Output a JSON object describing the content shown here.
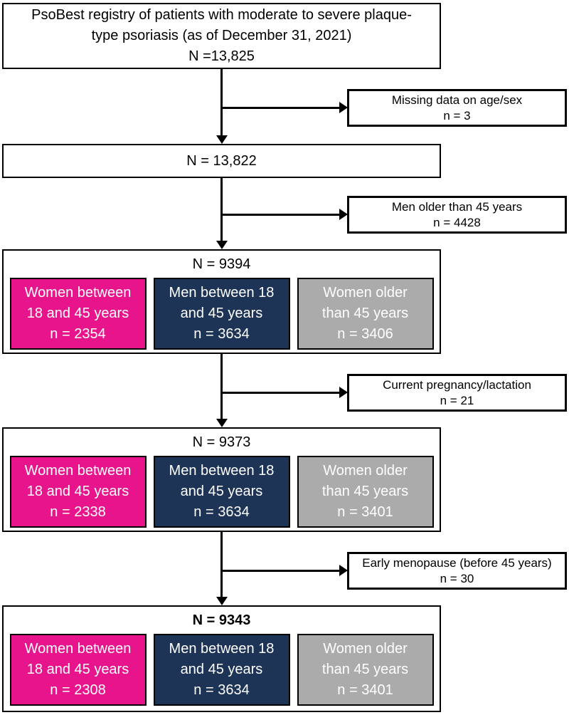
{
  "colors": {
    "women_18_45": "#E8148C",
    "men_18_45": "#1D3456",
    "women_over_45": "#ABABAB",
    "line": "#000000"
  },
  "top_box": {
    "lines": [
      "PsoBest registry of patients with moderate to severe plaque-",
      "type psoriasis (as of December 31, 2021)",
      "N =13,825"
    ]
  },
  "exclusions": [
    {
      "reason": "Missing data on age/sex",
      "count": "n = 3"
    },
    {
      "reason": "Men older than 45 years",
      "count": "n = 4428"
    },
    {
      "reason": "Current pregnancy/lactation",
      "count": "n = 21"
    },
    {
      "reason": "Early menopause (before 45 years)",
      "count": "n = 30"
    }
  ],
  "stages": [
    {
      "n_label": "N = 13,822"
    },
    {
      "n_label": "N = 9394",
      "groups": [
        {
          "color": "women_18_45",
          "lines": [
            "Women between",
            "18 and 45 years",
            "n = 2354"
          ]
        },
        {
          "color": "men_18_45",
          "lines": [
            "Men between 18",
            "and 45 years",
            "n = 3634"
          ]
        },
        {
          "color": "women_over_45",
          "lines": [
            "Women older",
            "than 45 years",
            "n = 3406"
          ]
        }
      ]
    },
    {
      "n_label": "N = 9373",
      "groups": [
        {
          "color": "women_18_45",
          "lines": [
            "Women between",
            "18 and 45 years",
            "n = 2338"
          ]
        },
        {
          "color": "men_18_45",
          "lines": [
            "Men between 18",
            "and 45 years",
            "n = 3634"
          ]
        },
        {
          "color": "women_over_45",
          "lines": [
            "Women older",
            "than 45 years",
            "n = 3401"
          ]
        }
      ]
    },
    {
      "n_label": "N = 9343",
      "bold": true,
      "groups": [
        {
          "color": "women_18_45",
          "lines": [
            "Women between",
            "18 and 45 years",
            "n = 2308"
          ]
        },
        {
          "color": "men_18_45",
          "lines": [
            "Men between 18",
            "and 45 years",
            "n = 3634"
          ]
        },
        {
          "color": "women_over_45",
          "lines": [
            "Women older",
            "than 45 years",
            "n = 3401"
          ]
        }
      ]
    }
  ]
}
